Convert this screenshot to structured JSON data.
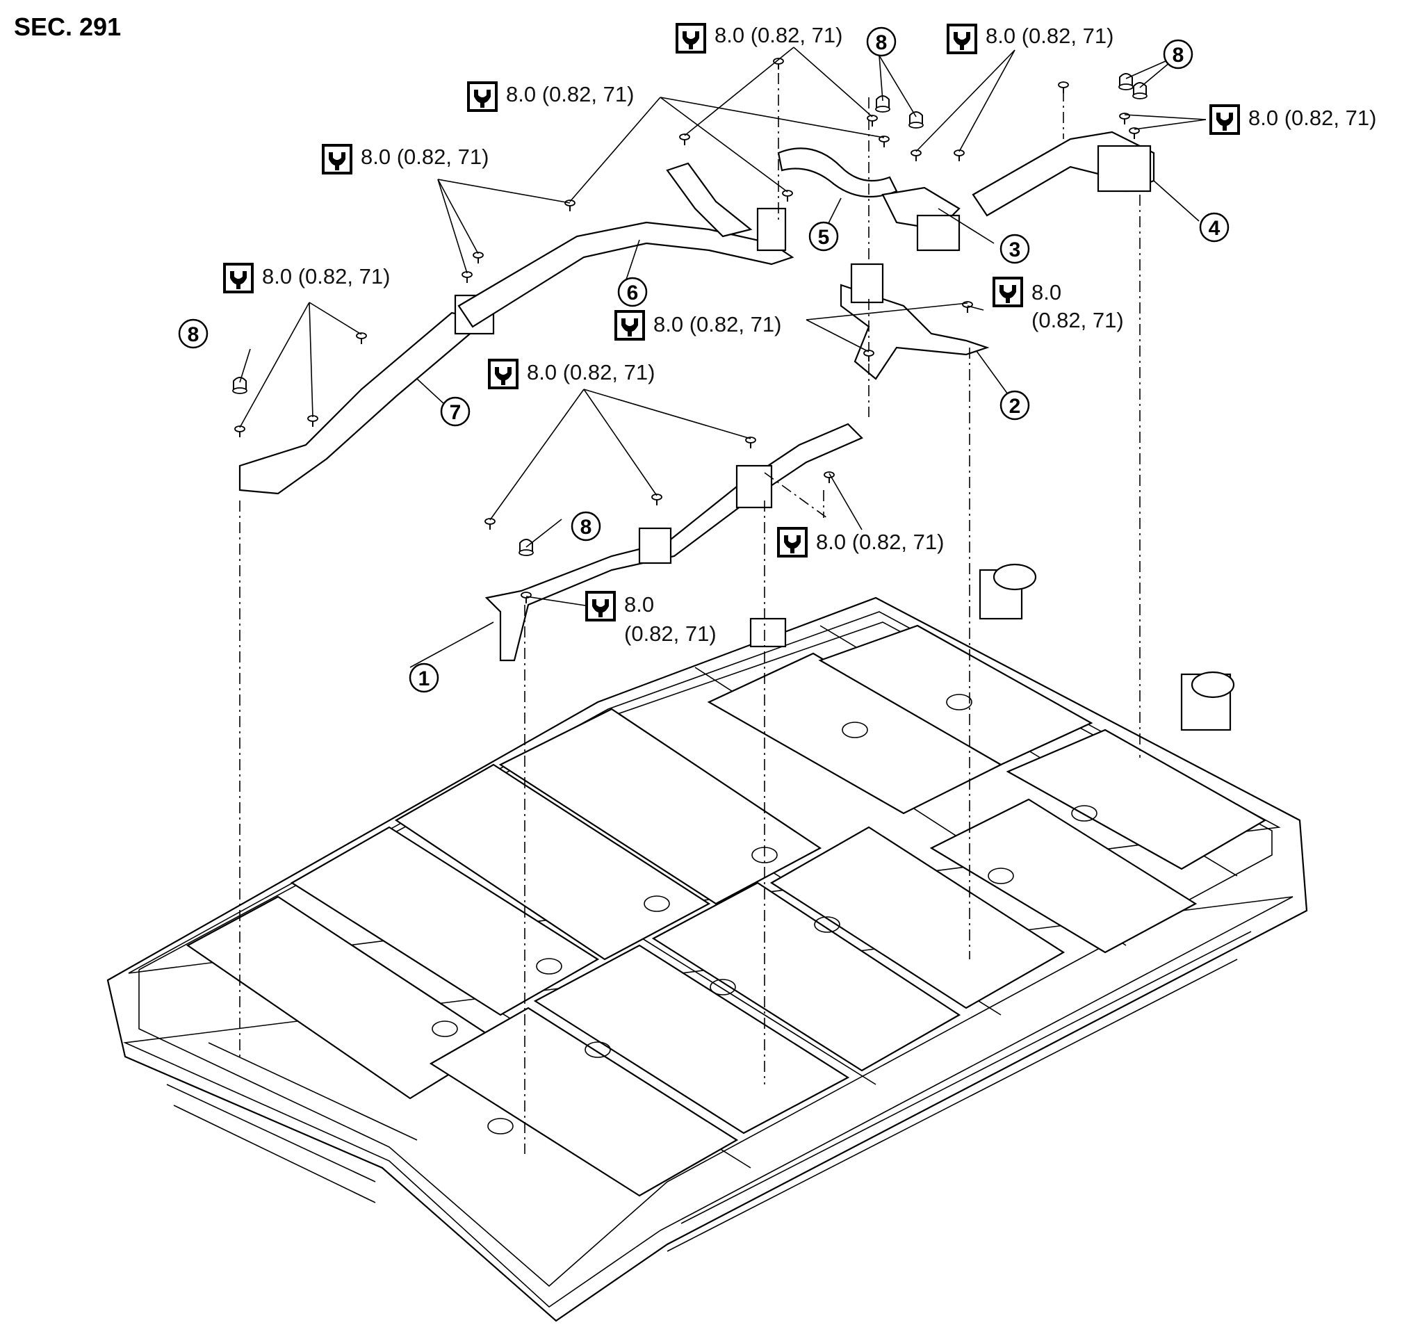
{
  "section_label": "SEC. 291",
  "torque_label": "8.0 (0.82, 71)",
  "torque_split_top": "8.0",
  "torque_split_bottom": "(0.82, 71)",
  "callouts": [
    "1",
    "2",
    "3",
    "4",
    "5",
    "6",
    "7",
    "8"
  ]
}
